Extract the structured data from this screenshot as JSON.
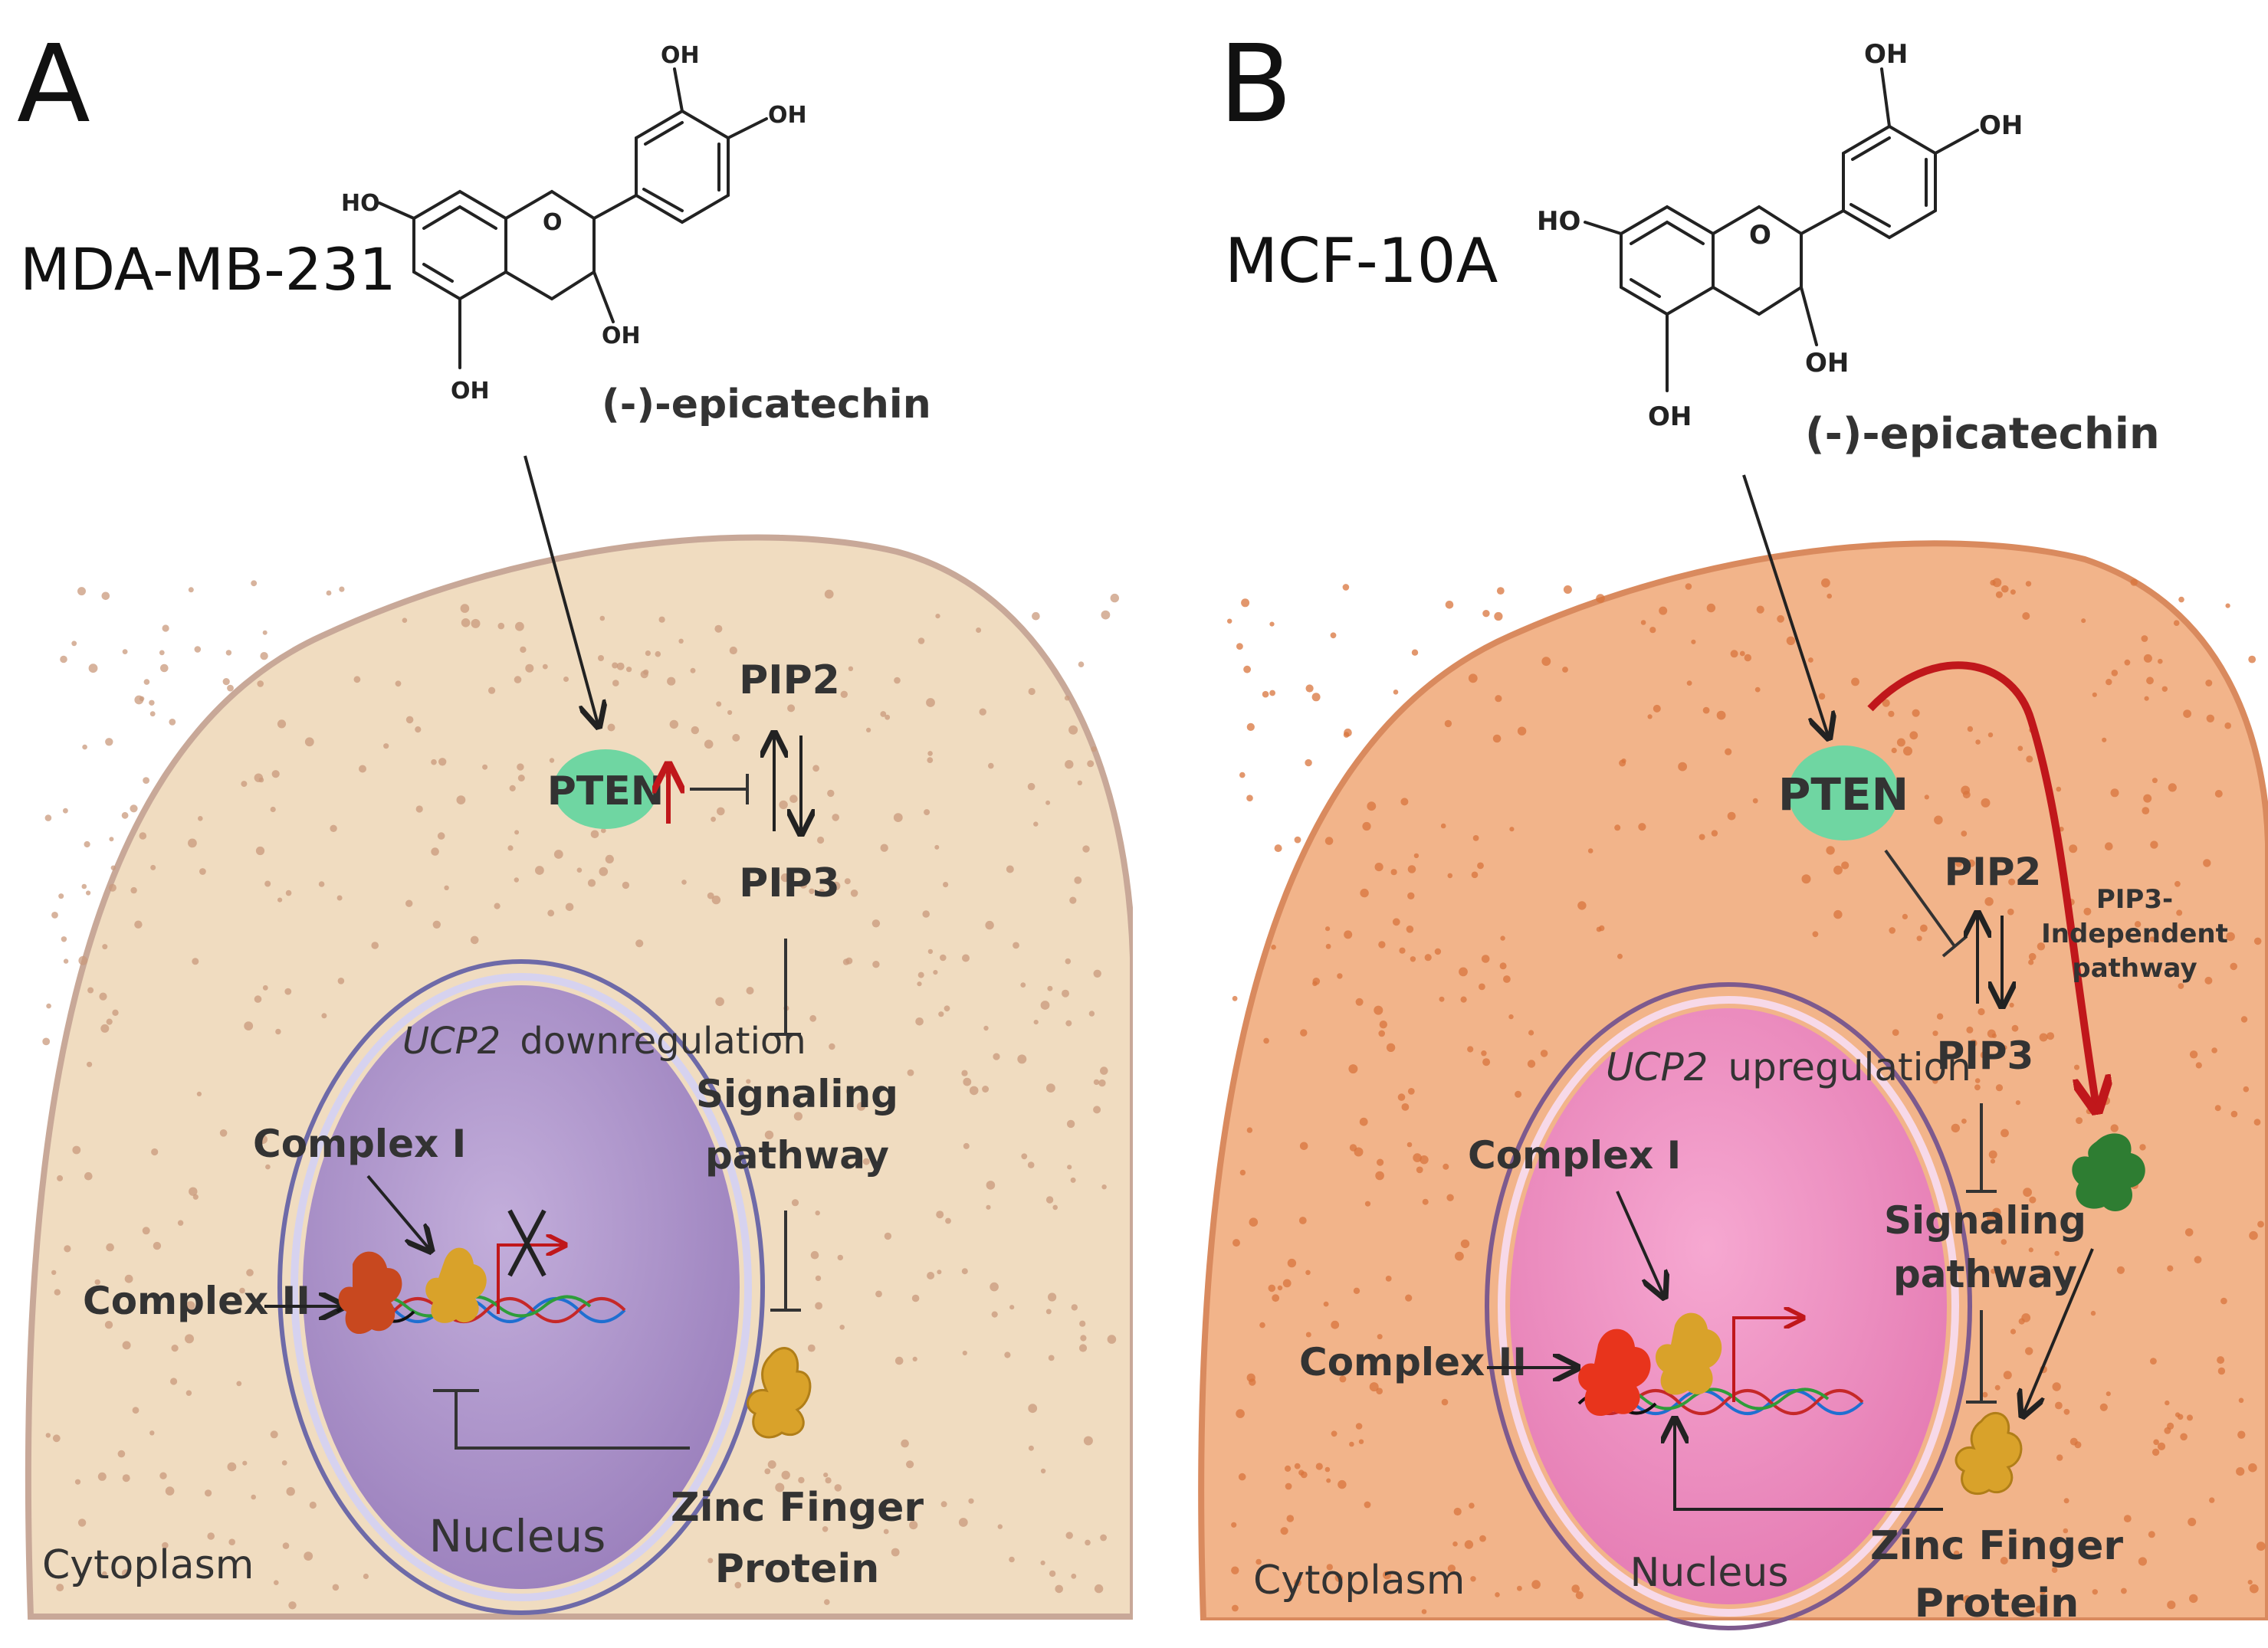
{
  "panels": [
    {
      "letter": "A",
      "cell_line": "MDA-MB-231",
      "compound": "(-)-epicatechin",
      "hydroxyl": "OH",
      "hydroxyl_left": "HO",
      "pten": "PTEN",
      "pip2": "PIP2",
      "pip3": "PIP3",
      "signaling": "Signaling",
      "pathway": "pathway",
      "gene": "UCP2",
      "regulation": "downregulation",
      "complex1": "Complex I",
      "complex2": "Complex II",
      "zinc1": "Zinc Finger",
      "zinc2": "Protein",
      "nucleus": "Nucleus",
      "cytoplasm": "Cytoplasm"
    },
    {
      "letter": "B",
      "cell_line": "MCF-10A",
      "compound": "(-)-epicatechin",
      "hydroxyl": "OH",
      "hydroxyl_left": "HO",
      "pten": "PTEN",
      "pip2": "PIP2",
      "pip3": "PIP3",
      "signaling": "Signaling",
      "pathway": "pathway",
      "gene": "UCP2",
      "regulation": "upregulation",
      "complex1": "Complex I",
      "complex2": "Complex II",
      "zinc1": "Zinc Finger",
      "zinc2": "Protein",
      "nucleus": "Nucleus",
      "cytoplasm": "Cytoplasm",
      "pip3_independent_1": "PIP3-",
      "pip3_independent_2": "Independent",
      "pip3_independent_3": "pathway"
    }
  ],
  "colors": {
    "cell_a_fill": "#f0dcc0",
    "cell_a_edge": "#c8a898",
    "cell_b_fill": "#f2b48a",
    "cell_b_edge": "#d98a5e",
    "nucleus_a": "#a68cc4",
    "nucleus_b": "#ee8ebf",
    "pten": "#6fd6a2",
    "red_arrow": "#c0171b",
    "zinc_protein": "#d9a22a",
    "green_protein": "#2e7d32"
  }
}
